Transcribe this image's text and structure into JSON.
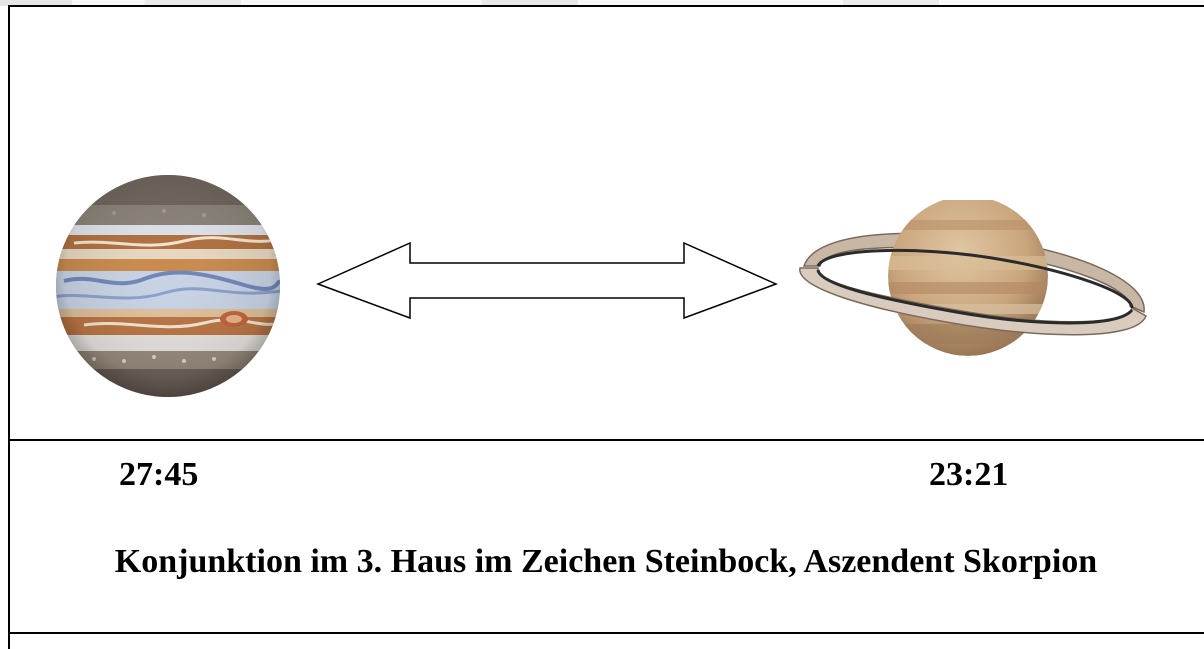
{
  "left_planet": {
    "icon": "jupiter-icon",
    "time": "27:45"
  },
  "right_planet": {
    "icon": "saturn-icon",
    "time": "23:21"
  },
  "connector": {
    "icon": "double-arrow-icon"
  },
  "caption": "Konjunktion im 3. Haus im Zeichen Steinbock, Aszendent Skorpion",
  "colors": {
    "border": "#000000",
    "background": "#ffffff"
  }
}
